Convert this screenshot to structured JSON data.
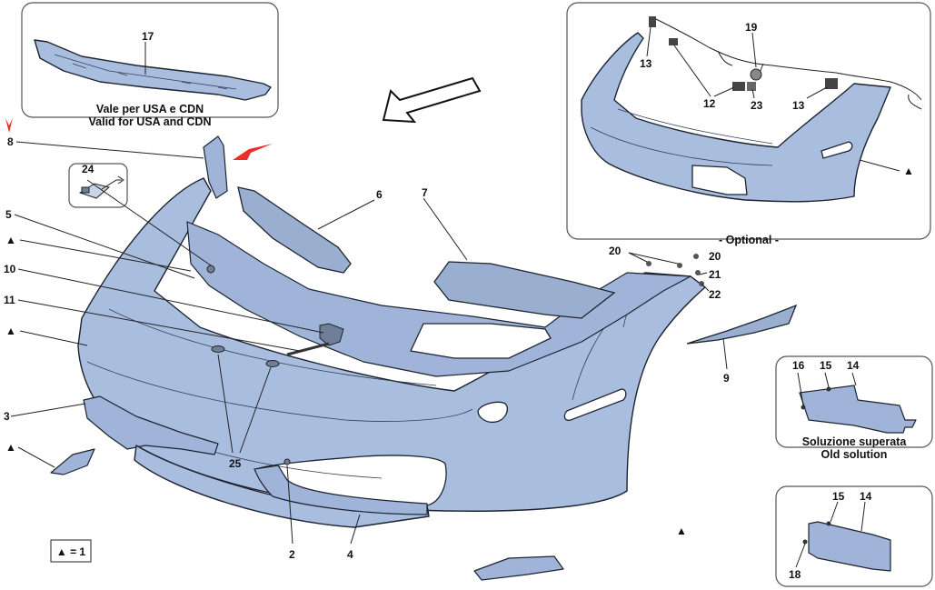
{
  "notes": {
    "usa_it": "Vale per USA e CDN",
    "usa_en": "Valid for USA and CDN",
    "optional": "- Optional -",
    "old_it": "Soluzione superata",
    "old_en": "Old solution",
    "legend": "▲ = 1"
  },
  "callouts": {
    "c17": "17",
    "c8": "8",
    "c24": "24",
    "c5": "5",
    "c10": "10",
    "c11": "11",
    "c3": "3",
    "c6": "6",
    "c7": "7",
    "c25": "25",
    "c2": "2",
    "c4": "4",
    "c9": "9",
    "c20a": "20",
    "c20b": "20",
    "c21": "21",
    "c22": "22",
    "c13a": "13",
    "c13b": "13",
    "c19": "19",
    "c12": "12",
    "c23": "23",
    "c16": "16",
    "c15a": "15",
    "c14a": "14",
    "c15b": "15",
    "c14b": "14",
    "c18": "18"
  },
  "marker": "▲",
  "colors": {
    "part_fill": "#a9bedf",
    "arrow_red": "#e8302b",
    "outline": "#1d2330"
  }
}
